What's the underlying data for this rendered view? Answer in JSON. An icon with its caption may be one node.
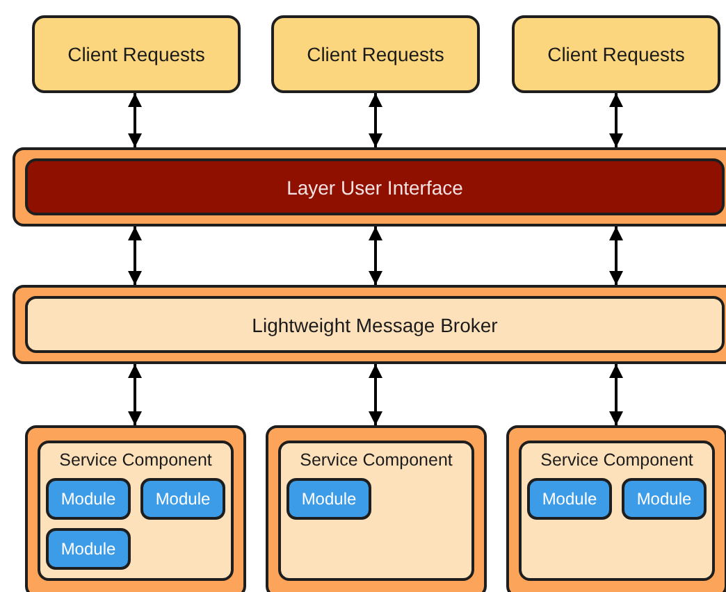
{
  "diagram": {
    "nodes": [
      {
        "text": [
          "Client Requests"
        ]
      },
      {
        "text": [
          "Client Requests"
        ]
      },
      {
        "text": [
          "Client Requests"
        ]
      },
      {
        "text": [],
        "shape": "box"
      },
      {
        "text": [
          "Layer User Interface"
        ],
        "in": 3
      },
      {
        "text": [],
        "shape": "box"
      },
      {
        "text": [
          "Lightweight Message Broker"
        ],
        "in": 5
      },
      {
        "text": [],
        "shape": "box"
      },
      {
        "text": [
          "Service Component"
        ],
        "in": 7
      },
      {
        "text": [
          "Module"
        ],
        "in": 8
      },
      {
        "text": [
          "Module"
        ],
        "in": 8
      },
      {
        "text": [
          "Module"
        ],
        "in": 8
      },
      {
        "text": [],
        "shape": "box"
      },
      {
        "text": [
          "Service Component"
        ],
        "in": 12
      },
      {
        "text": [
          "Module"
        ],
        "in": 13
      },
      {
        "text": [],
        "shape": "box"
      },
      {
        "text": [
          "Service Component"
        ],
        "in": 15
      },
      {
        "text": [
          "Module"
        ],
        "in": 16
      },
      {
        "text": [
          "Module"
        ],
        "in": 16
      }
    ],
    "edges": [
      {
        "from": 0,
        "to": 3,
        "arrow": "both"
      },
      {
        "from": 1,
        "to": 3,
        "arrow": "both"
      },
      {
        "from": 2,
        "to": 3,
        "arrow": "both"
      },
      {
        "from": 3,
        "to": 5,
        "arrow": "both"
      },
      {
        "from": 3,
        "to": 5,
        "arrow": "both"
      },
      {
        "from": 3,
        "to": 5,
        "arrow": "both"
      },
      {
        "from": 5,
        "to": 7,
        "arrow": "both"
      },
      {
        "from": 5,
        "to": 12,
        "arrow": "both"
      },
      {
        "from": 5,
        "to": 15,
        "arrow": "both"
      }
    ]
  }
}
